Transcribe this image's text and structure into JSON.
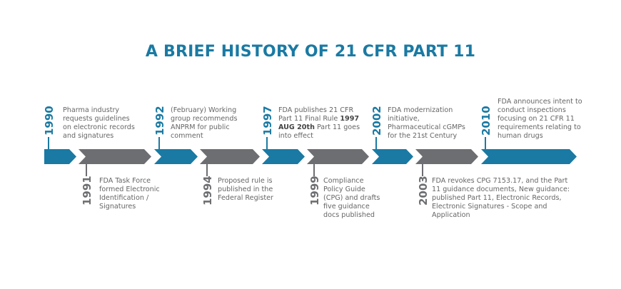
{
  "title": "A BRIEF HISTORY OF 21 CFR PART 11",
  "colors": {
    "accent": "#1a7aa3",
    "gray": "#6d6e71",
    "text": "#666666"
  },
  "events": [
    {
      "year": "1990",
      "side": "top",
      "color": "accent",
      "text": [
        "Pharma industry",
        "requests guidelines",
        "on electronic records",
        "and signatures"
      ]
    },
    {
      "year": "1991",
      "side": "bottom",
      "color": "gray",
      "text": [
        "FDA Task Force",
        "formed Electronic",
        "Identification /",
        "Signatures"
      ]
    },
    {
      "year": "1992",
      "side": "top",
      "color": "accent",
      "text": [
        "(February) Working",
        "group recommends",
        "ANPRM for public",
        "comment"
      ]
    },
    {
      "year": "1994",
      "side": "bottom",
      "color": "gray",
      "text": [
        "Proposed rule is",
        "published in the",
        "Federal Register"
      ]
    },
    {
      "year": "1997",
      "side": "top",
      "color": "accent",
      "text": [
        "FDA publishes  21 CFR",
        "Part 11 Final Rule 1997",
        "AUG 20th Part 11 goes",
        "into effect"
      ]
    },
    {
      "year": "1999",
      "side": "bottom",
      "color": "gray",
      "text": [
        "Compliance",
        "Policy Guide",
        "(CPG) and drafts",
        "five guidance",
        "docs published"
      ]
    },
    {
      "year": "2002",
      "side": "top",
      "color": "accent",
      "text": [
        "FDA modernization",
        "initiative,",
        "Pharmaceutical cGMPs",
        "for the 21st Century"
      ]
    },
    {
      "year": "2003",
      "side": "bottom",
      "color": "gray",
      "text": [
        "FDA revokes CPG 7153.17, and the Part",
        "11 guidance documents, New guidance:",
        "published Part 11, Electronic Records,",
        "Electronic Signatures - Scope and",
        "Application"
      ]
    },
    {
      "year": "2010",
      "side": "top",
      "color": "accent",
      "text": [
        "FDA announces intent to",
        "conduct inspections",
        "focusing on 21 CFR 11",
        "requirements relating to",
        "human drugs"
      ]
    }
  ]
}
